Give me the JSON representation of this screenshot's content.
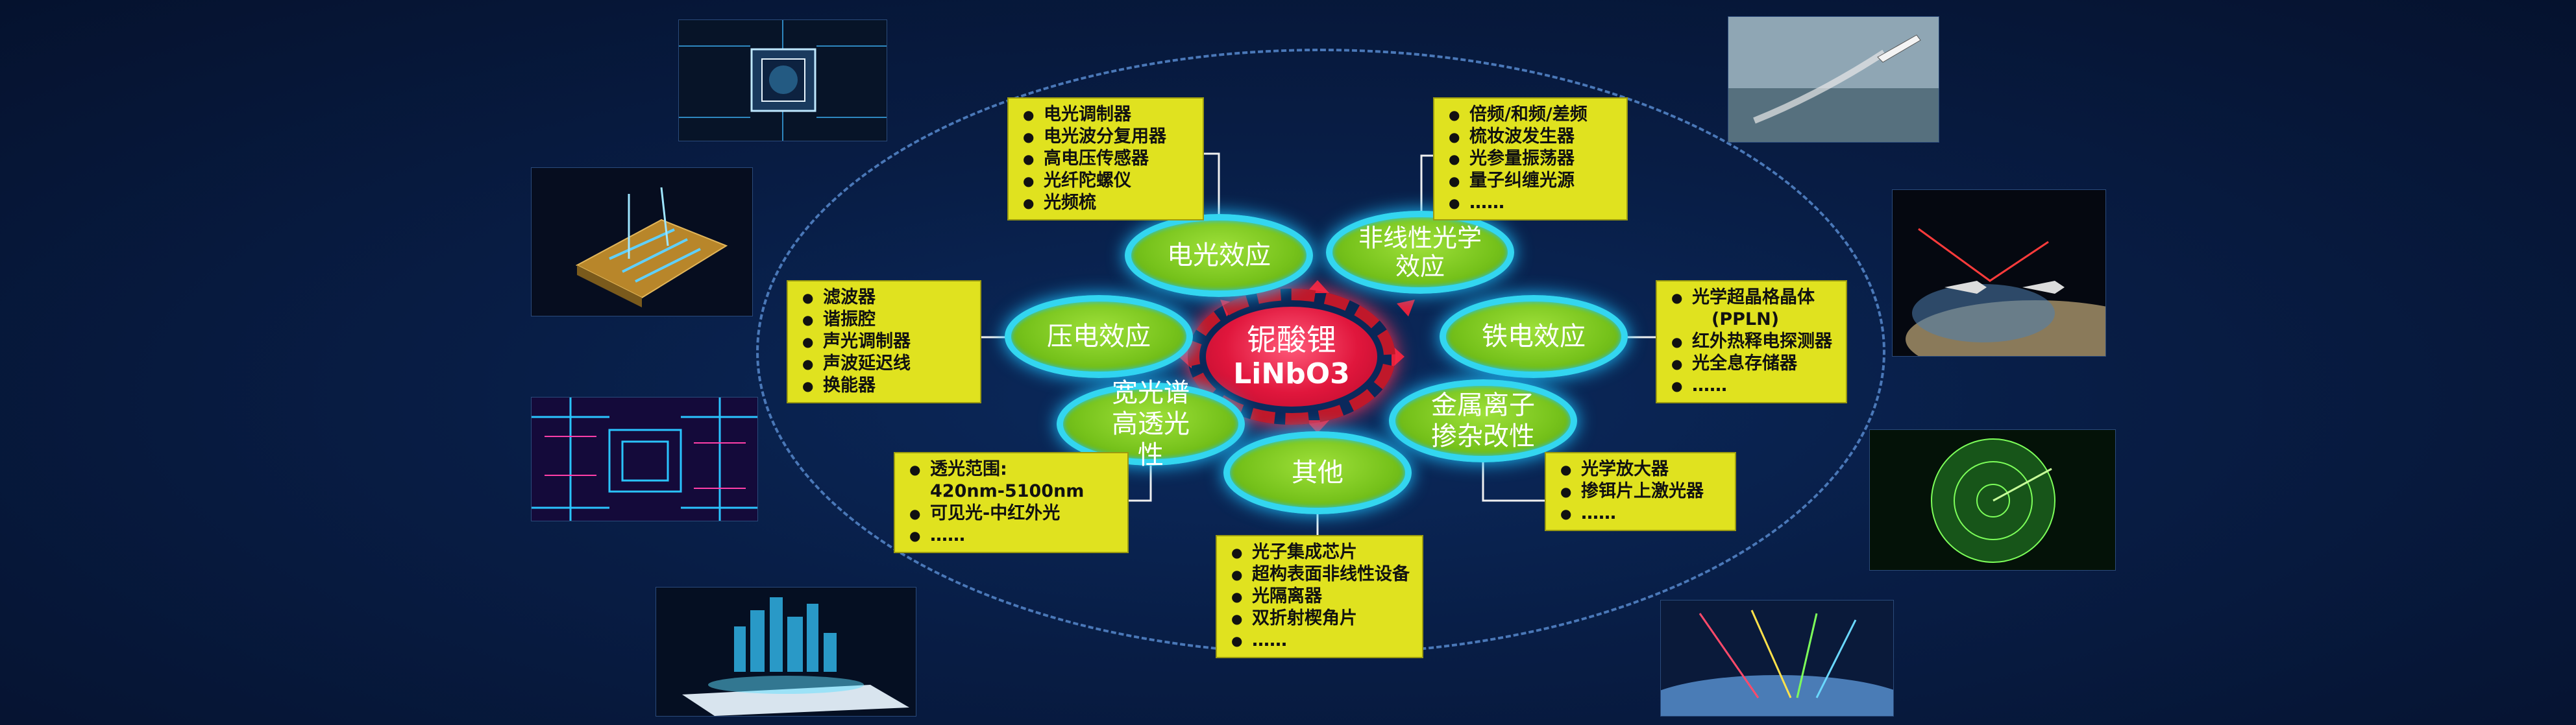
{
  "center": {
    "line1": "铌酸锂",
    "line2": "LiNbO3"
  },
  "effects": {
    "eo": "电光效应",
    "nl": "非线性光学效应",
    "piezo": "压电效应",
    "ferro": "铁电效应",
    "wide": "宽光谱高透光性",
    "metal": "金属离子掺杂改性",
    "other": "其他"
  },
  "apps": {
    "eo": [
      "电光调制器",
      "电光波分复用器",
      "高电压传感器",
      "光纤陀螺仪",
      "光频梳"
    ],
    "nl": [
      "倍频/和频/差频",
      "梳妆波发生器",
      "光参量振荡器",
      "量子纠缠光源",
      "……"
    ],
    "piezo": [
      "滤波器",
      "谐振腔",
      "声光调制器",
      "声波延迟线",
      "换能器"
    ],
    "ferro": [
      "光学超晶格晶体",
      "(PPLN)",
      "红外热释电探测器",
      "光全息存储器",
      "……"
    ],
    "wide": [
      "透光范围:",
      "420nm-5100nm",
      "可见光-中红外光",
      "……"
    ],
    "metal": [
      "光学放大器",
      "掺铒片上激光器",
      "……"
    ],
    "other": [
      "光子集成芯片",
      "超构表面非线性设备",
      "光隔离器",
      "双折射楔角片",
      "……"
    ]
  },
  "colors": {
    "background": "#081d45",
    "node_green": "#76c21b",
    "node_border": "#33d6f0",
    "center_red": "#e0163c",
    "box_yellow": "#e0e21f"
  }
}
